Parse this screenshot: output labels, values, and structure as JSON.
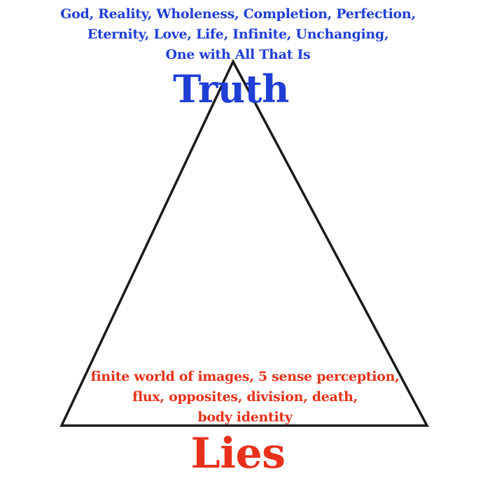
{
  "colors": {
    "truth": "#1f3fd6",
    "lies": "#e8311a",
    "triangle_stroke": "#1a1a1a",
    "background": "#ffffff"
  },
  "top": {
    "attributes": [
      "God, Reality, Wholeness, Completion, Perfection,",
      "Eternity, Love, Life, Infinite, Unchanging,",
      "One with All That Is"
    ],
    "label": "Truth"
  },
  "bottom": {
    "attributes": [
      "finite world of images, 5 sense perception,",
      "flux, opposites, division, death,",
      "body identity"
    ],
    "label": "Lies"
  }
}
